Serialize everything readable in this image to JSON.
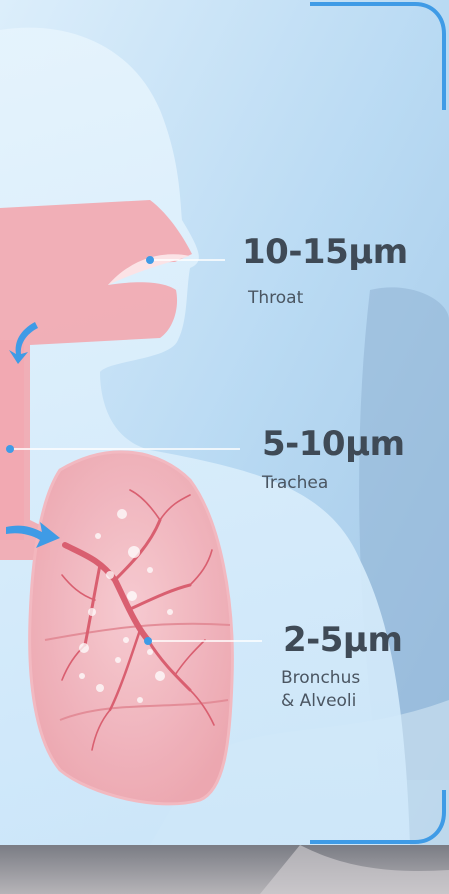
{
  "colors": {
    "accent_blue": "#3f9be6",
    "airway_pink": "#f2a9b1",
    "text_dark": "#3f4a56"
  },
  "labels": {
    "throat": {
      "size": "10-15μm",
      "name": "Throat"
    },
    "trachea": {
      "size": "5-10μm",
      "name": "Trachea"
    },
    "bronchus": {
      "size": "2-5μm",
      "name_line1": "Bronchus",
      "name_line2": "& Alveoli"
    }
  },
  "icons": [
    "airflow-arrow-icon",
    "airflow-arrow-icon",
    "marker-dot-icon"
  ]
}
